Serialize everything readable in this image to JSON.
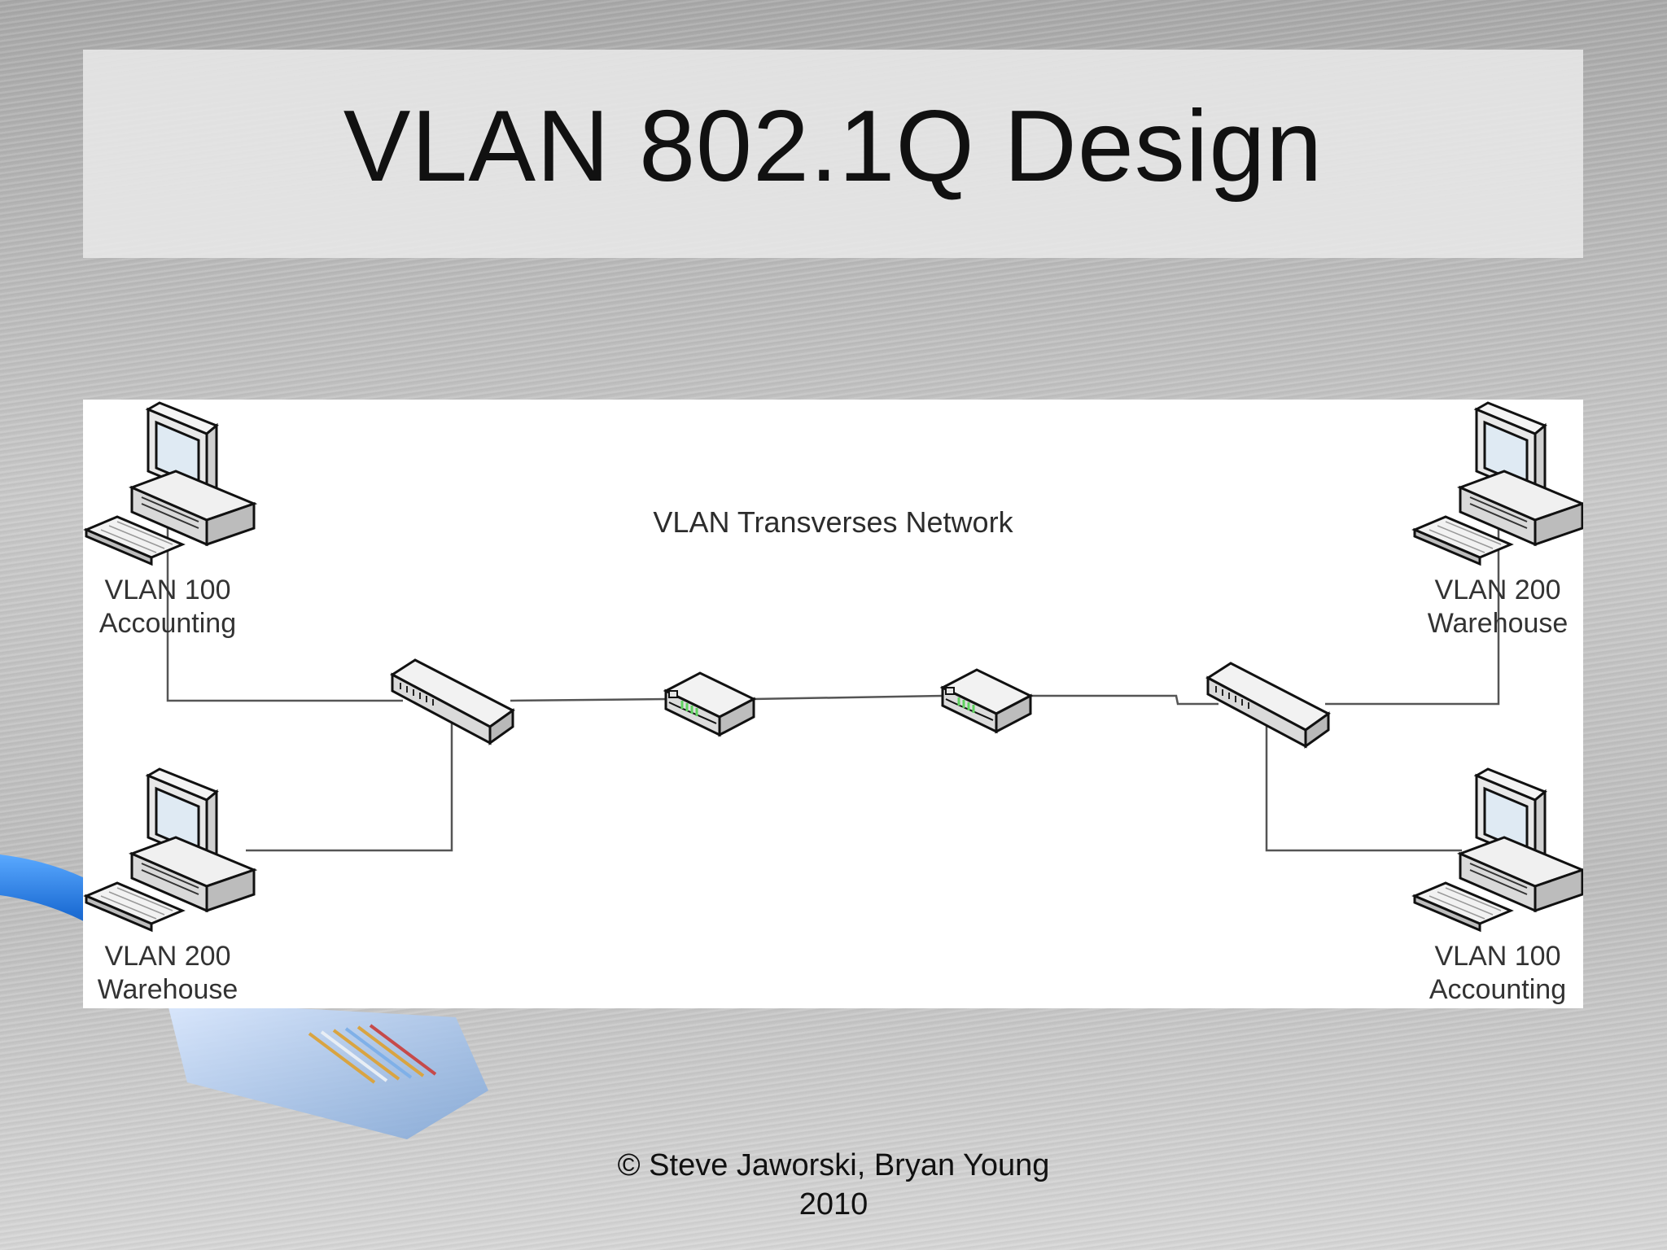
{
  "slide": {
    "title": "VLAN 802.1Q Design",
    "footer_line1": "© Steve Jaworski, Bryan Young",
    "footer_line2": "2010"
  },
  "diagram": {
    "title": "VLAN Transverses Network",
    "hosts": [
      {
        "line1": "VLAN 100",
        "line2": "Accounting",
        "icon": "computer-icon"
      },
      {
        "line1": "VLAN 200",
        "line2": "Warehouse",
        "icon": "computer-icon"
      },
      {
        "line1": "VLAN 200",
        "line2": "Warehouse",
        "icon": "computer-icon"
      },
      {
        "line1": "VLAN 100",
        "line2": "Accounting",
        "icon": "computer-icon"
      }
    ],
    "devices": [
      {
        "icon": "switch-icon"
      },
      {
        "icon": "router-icon"
      },
      {
        "icon": "router-icon"
      },
      {
        "icon": "switch-icon"
      }
    ]
  },
  "colors": {
    "link": "#555555",
    "panel": "#ffffff",
    "led": "#5fd35f"
  }
}
